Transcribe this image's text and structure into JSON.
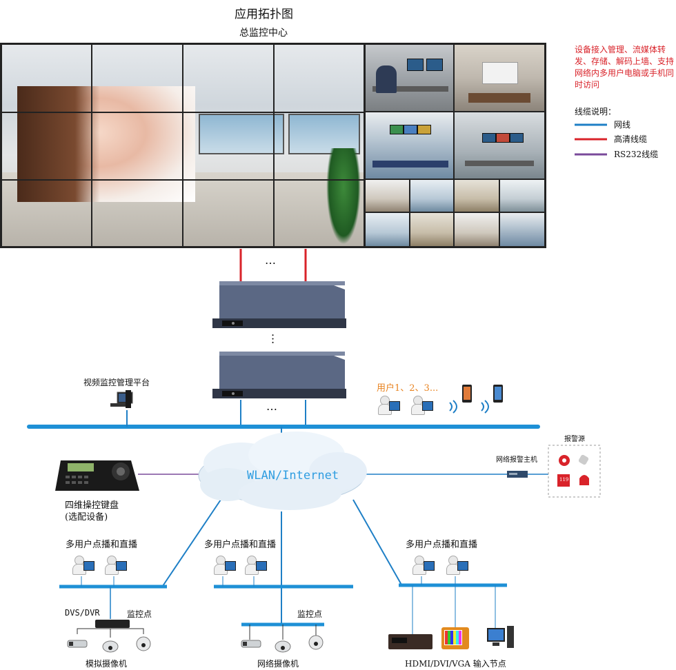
{
  "title": "应用拓扑图",
  "subtitle": "总监控中心",
  "description": "设备接入管理、流媒体转发、存储、解码上墙、支持网络内多用户电脑或手机同时访问",
  "legend": {
    "title": "线缆说明：",
    "items": [
      {
        "label": "网线",
        "color": "#1e7fc6"
      },
      {
        "label": "高清线缆",
        "color": "#d9232a"
      },
      {
        "label": "RS232线缆",
        "color": "#7a4a9a"
      }
    ]
  },
  "ellipsis": "…",
  "cloud_label": "WLAN/Internet",
  "labels": {
    "platform": "视频监控管理平台",
    "users": "用户1、2、3...",
    "alarm_host": "网络报警主机",
    "alarm_source": "报警源",
    "keyboard_line1": "四维操控键盘",
    "keyboard_line2": "(选配设备)",
    "vod_left": "多用户点播和直播",
    "vod_mid": "多用户点播和直播",
    "vod_right": "多用户点播和直播",
    "dvs": "DVS/DVR",
    "monitor_left": "监控点",
    "monitor_mid": "监控点",
    "analog_cam": "模拟摄像机",
    "network_cam": "网络摄像机",
    "input_node": "HDMI/DVI/VGA 输入节点",
    "alarm_119": "119"
  },
  "colors": {
    "net": "#1e7fc6",
    "hd": "#d9232a",
    "rs232": "#7a4a9a",
    "bus": "#1e90d6"
  }
}
